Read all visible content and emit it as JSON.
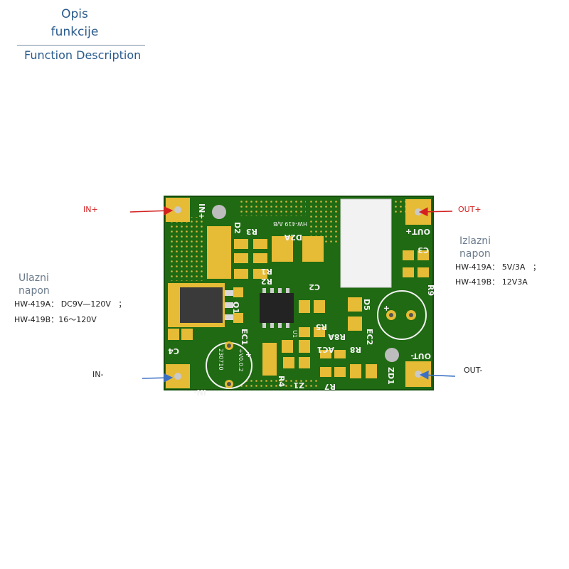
{
  "header": {
    "title_local": "Opis funkcije",
    "title_en": "Function Description"
  },
  "input_side": {
    "heading": "Ulazni napon",
    "specs": [
      {
        "model": "HW-419A：",
        "value": "DC9V—120V",
        "tail": "；"
      },
      {
        "model": "HW-419B：",
        "value": "16～120V",
        "tail": ""
      }
    ]
  },
  "output_side": {
    "heading": "Izlazni napon",
    "specs": [
      {
        "model": "HW-419A：",
        "value": "5V/3A",
        "tail": "；"
      },
      {
        "model": "HW-419B：",
        "value": "12V3A",
        "tail": ""
      }
    ]
  },
  "terminals": {
    "in_plus": "IN+",
    "in_minus": "IN-",
    "out_plus": "OUT+",
    "out_minus": "OUT-"
  },
  "colors": {
    "pcb": "#1f6a12",
    "pad": "#e6bb35",
    "arrow_red": "#d42020",
    "arrow_blue": "#3b6fc4",
    "header_text": "#2a5b8c"
  },
  "board": {
    "part_label": "HW-419 A/B",
    "version": "+V0.0.2",
    "date_code": "230710",
    "silkscreen": {
      "in_plus": "IN+",
      "in_minus": "IN-",
      "out_plus": "OUT+",
      "out_minus": "OUT-",
      "q1": "Q1",
      "ec1": "EC1",
      "ec2": "EC2",
      "c2": "C2",
      "c3": "C3",
      "c4": "C4",
      "d2": "D2",
      "d2a": "D2A",
      "d5": "D5",
      "r1": "R1",
      "r2": "R2",
      "r3": "R3",
      "r4": "R4",
      "r5": "R5",
      "r7": "R7",
      "r8": "R8",
      "r8a": "R8A",
      "r9": "R9",
      "ac1": "AC1",
      "z1": "Z1",
      "zd1": "ZD1",
      "u1": "U1",
      "plus": "+"
    }
  }
}
